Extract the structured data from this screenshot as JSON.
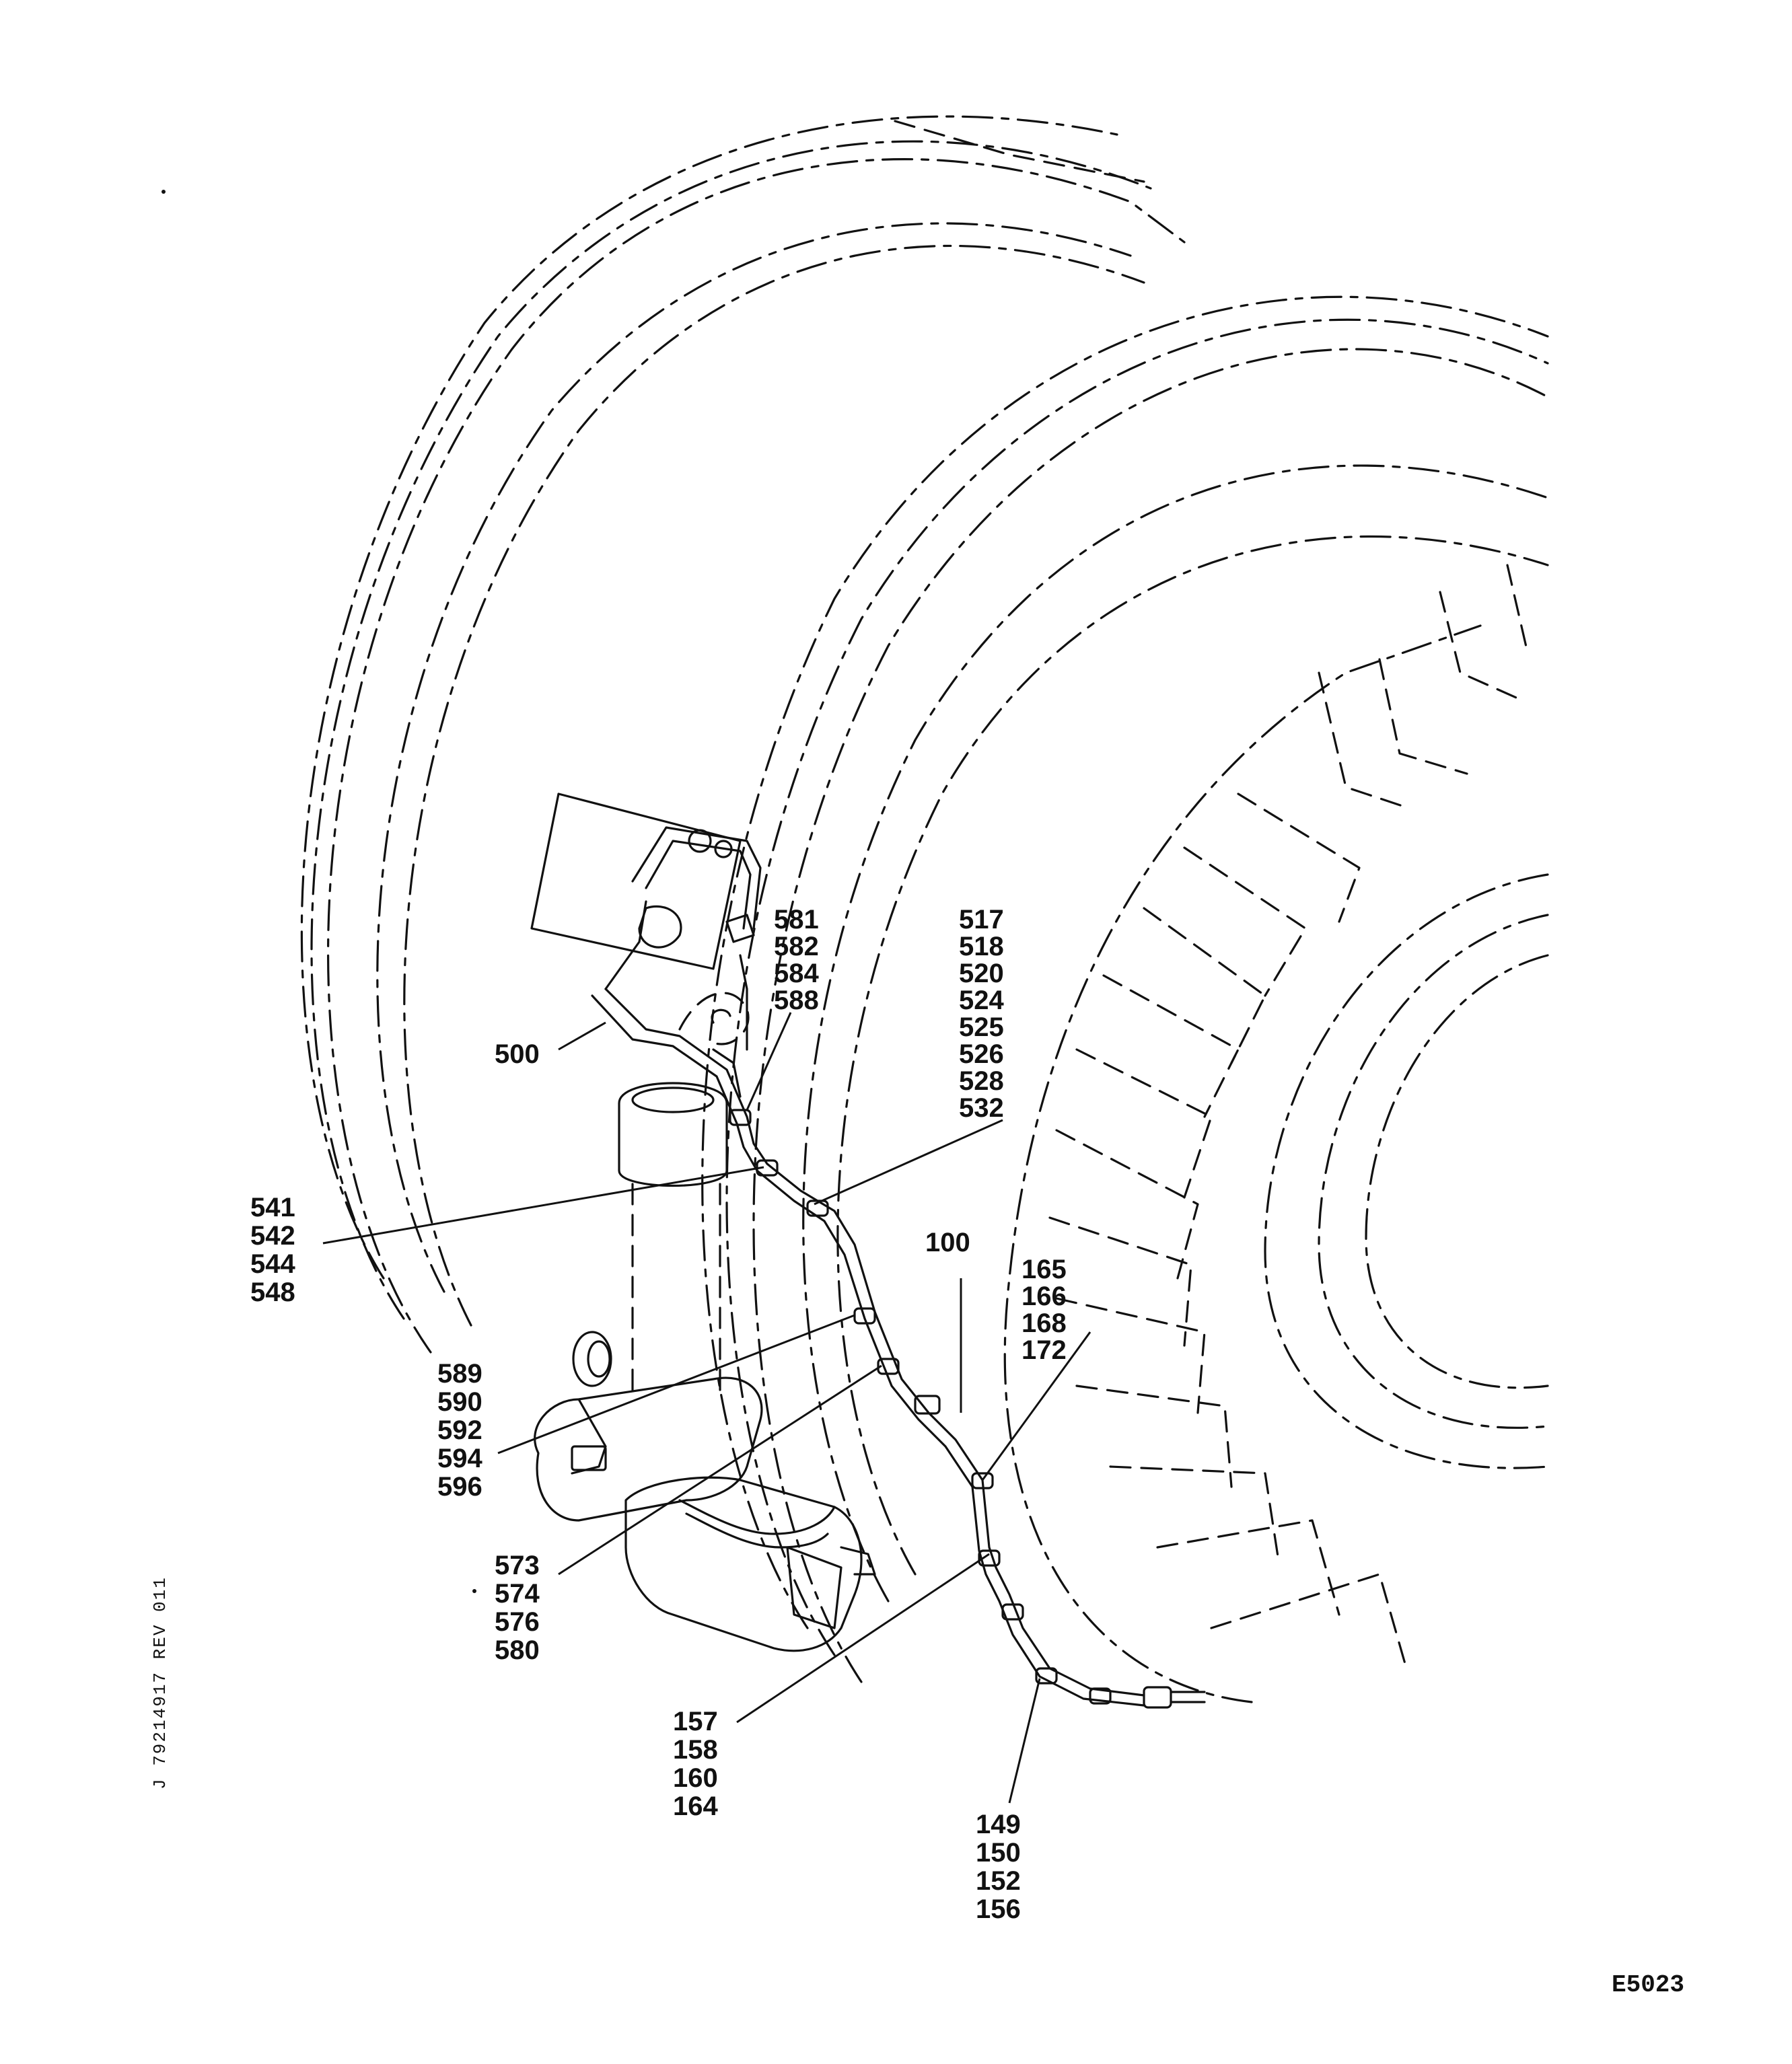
{
  "drawing": {
    "figure_id": "E5023",
    "document_code": "J 79214917  REV 011",
    "callouts": [
      {
        "name": "callout-500",
        "lines": [
          "500"
        ]
      },
      {
        "name": "callout-581-group",
        "lines": [
          "581",
          "582",
          "584",
          "588"
        ]
      },
      {
        "name": "callout-517-group",
        "lines": [
          "517",
          "518",
          "520",
          "524",
          "525",
          "526",
          "528",
          "532"
        ]
      },
      {
        "name": "callout-541-group",
        "lines": [
          "541",
          "542",
          "544",
          "548"
        ]
      },
      {
        "name": "callout-100",
        "lines": [
          "100"
        ]
      },
      {
        "name": "callout-165-group",
        "lines": [
          "165",
          "166",
          "168",
          "172"
        ]
      },
      {
        "name": "callout-589-group",
        "lines": [
          "589",
          "590",
          "592",
          "594",
          "596"
        ]
      },
      {
        "name": "callout-573-group",
        "lines": [
          "573",
          "574",
          "576",
          "580"
        ]
      },
      {
        "name": "callout-157-group",
        "lines": [
          "157",
          "158",
          "160",
          "164"
        ]
      },
      {
        "name": "callout-149-group",
        "lines": [
          "149",
          "150",
          "152",
          "156"
        ]
      }
    ]
  }
}
